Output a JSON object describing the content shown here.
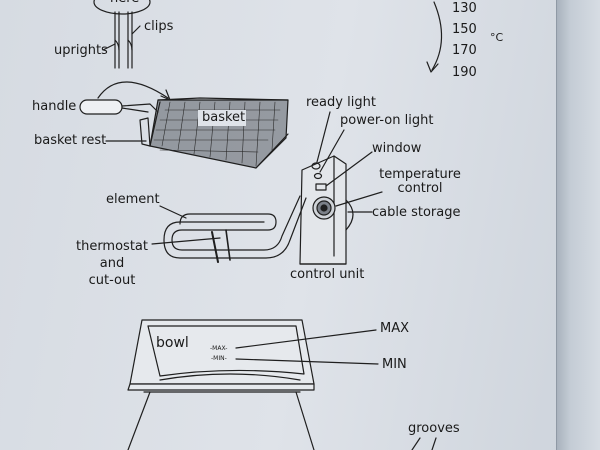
{
  "labels": {
    "here": "here",
    "clips": "clips",
    "uprights": "uprights",
    "handle": "handle",
    "basket": "basket",
    "basket_rest": "basket rest",
    "ready_light": "ready light",
    "power_on_light": "power-on light",
    "window": "window",
    "temperature_control": "temperature\ncontrol",
    "cable_storage": "cable storage",
    "element": "element",
    "thermostat_cutout": "thermostat\nand\ncut-out",
    "control_unit": "control unit",
    "bowl": "bowl",
    "max_mark": "-MAX-",
    "min_mark": "-MIN-",
    "max": "MAX",
    "min": "MIN",
    "grooves": "grooves"
  },
  "temperature_scale": {
    "values": [
      "130",
      "150",
      "170",
      "190"
    ],
    "unit": "°C"
  }
}
